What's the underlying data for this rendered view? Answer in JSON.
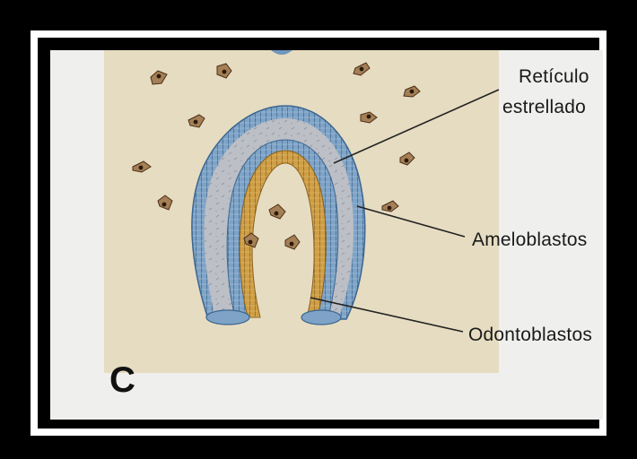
{
  "figure": {
    "panel_letter": "C",
    "labels": {
      "reticulo": "Retículo",
      "estrellado": "estrellado",
      "ameloblastos": "Ameloblastos",
      "odontoblastos": "Odontoblastos"
    },
    "colors": {
      "background": "#efefed",
      "mesenchyme": "#e6dcc1",
      "stellate_reticulum": "#b9bcc4",
      "ameloblast_layer": "#6f97bd",
      "odontoblast_layer": "#c8963a",
      "cell_nucleus": "#5a3a22"
    }
  }
}
